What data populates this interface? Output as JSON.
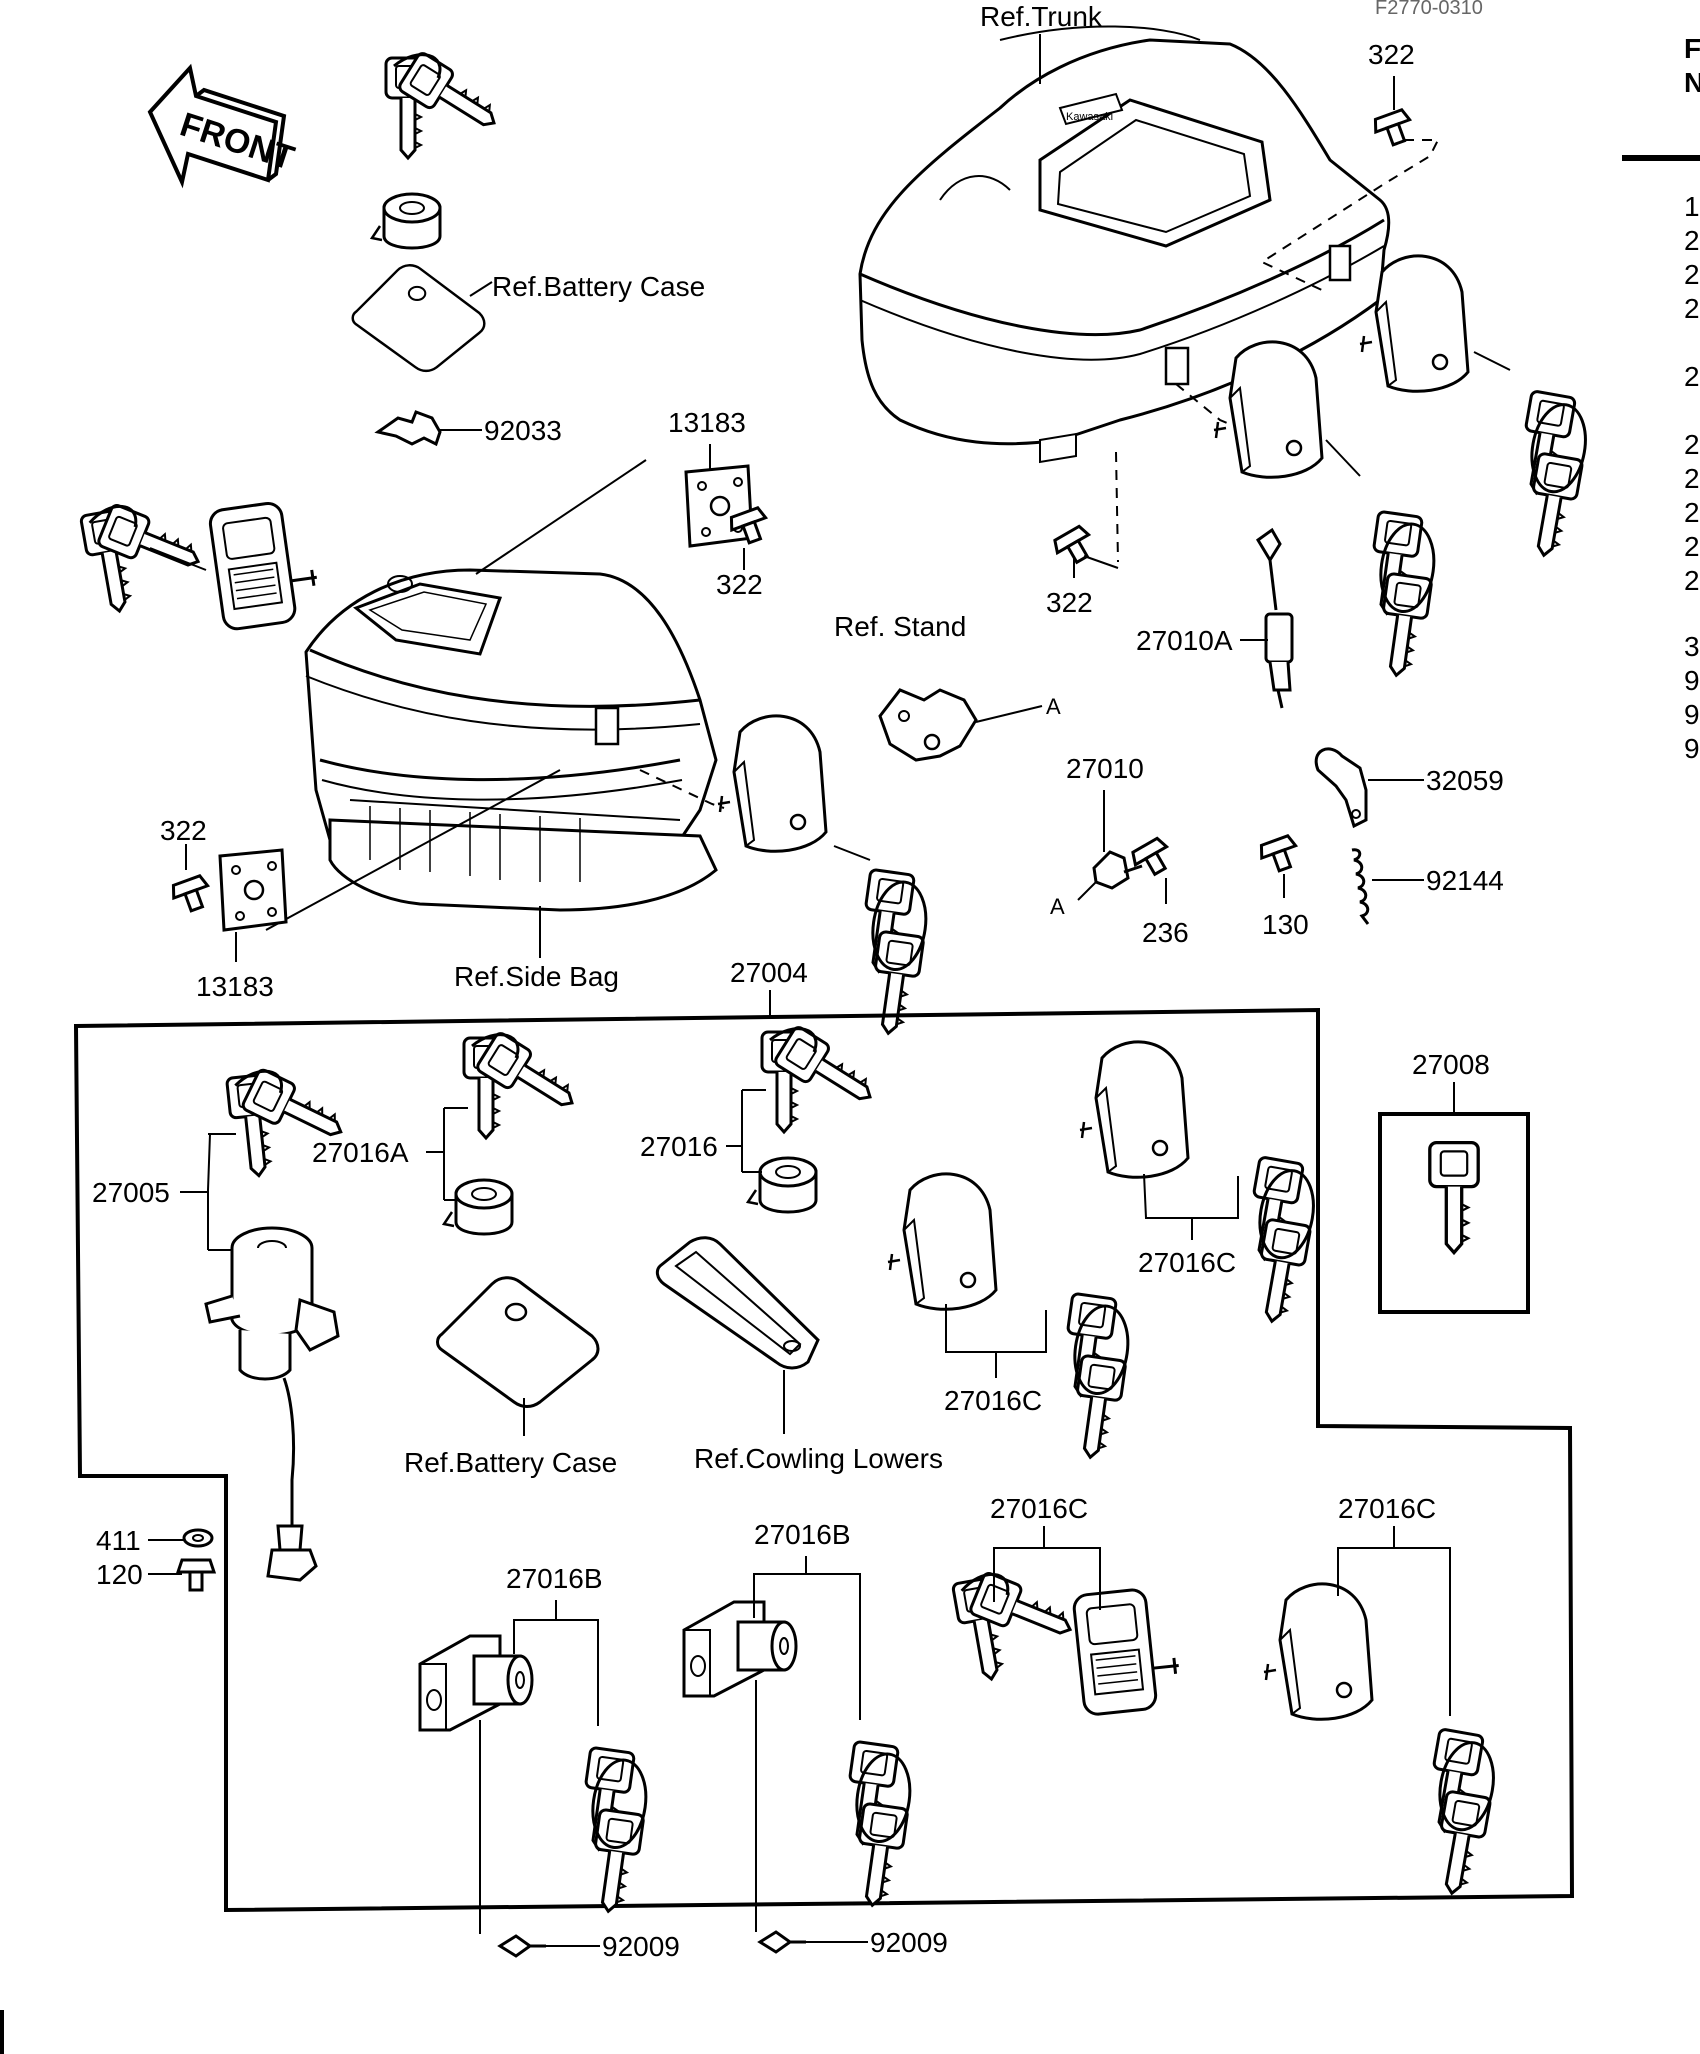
{
  "header": {
    "figure_code": "F2770-0310",
    "right_edge_letters": [
      "F",
      "N"
    ],
    "right_edge_digits": [
      "1",
      "2",
      "2",
      "2",
      "2",
      "2",
      "2",
      "2",
      "2",
      "2",
      "3",
      "9",
      "9",
      "9"
    ]
  },
  "front_arrow": {
    "label": "FRONT"
  },
  "labels": {
    "ref_trunk": "Ref.Trunk",
    "trunk_badge": "Kawasaki",
    "ref_battery_case_top": "Ref.Battery  Case",
    "ref_side_bag": "Ref.Side Bag",
    "ref_stand": "Ref. Stand",
    "ref_battery_case_bottom": "Ref.Battery Case",
    "ref_cowling_lowers": "Ref.Cowling Lowers",
    "marker_a": "A"
  },
  "parts": {
    "p322_trunk_top": "322",
    "p322_trunk_bottom": "322",
    "p322_sidebag_plate": "322",
    "p322_sidebag_left": "322",
    "p92033": "92033",
    "p13183_top": "13183",
    "p13183_bottom": "13183",
    "p27010A": "27010A",
    "p27010": "27010",
    "p236": "236",
    "p130": "130",
    "p32059": "32059",
    "p92144": "92144",
    "p27004": "27004",
    "p27008": "27008",
    "p27005": "27005",
    "p27016A": "27016A",
    "p27016": "27016",
    "p27016C_1": "27016C",
    "p27016C_2": "27016C",
    "p27016C_3": "27016C",
    "p27016C_4": "27016C",
    "p27016B_1": "27016B",
    "p27016B_2": "27016B",
    "p411": "411",
    "p120": "120",
    "p92009_1": "92009",
    "p92009_2": "92009"
  }
}
